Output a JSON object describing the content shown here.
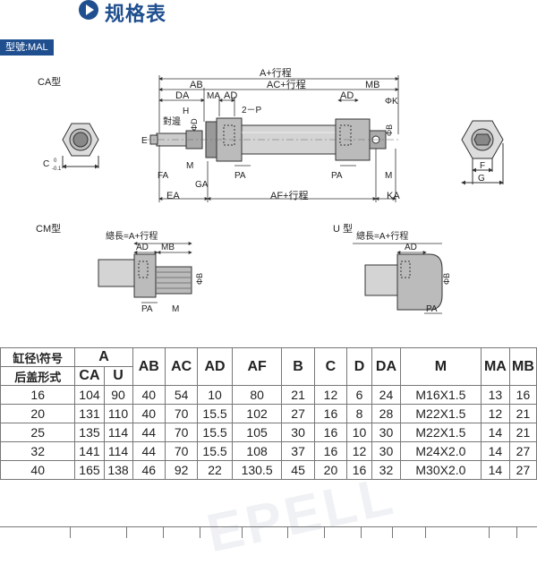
{
  "header": {
    "title": "规格表"
  },
  "model_tag": "型號:MAL",
  "drawing": {
    "ca_label": "CA型",
    "cm_label": "CM型",
    "u_label": "U 型",
    "dims": {
      "a_stroke": "A+行程",
      "ab": "AB",
      "ac_stroke": "AC+行程",
      "da": "DA",
      "ma": "MA",
      "ad": "AD",
      "mb": "MB",
      "h": "H",
      "two_p": "2－P",
      "duibian": "對邊",
      "phi_d": "ΦD",
      "phi_k": "ΦK",
      "phi_b": "ΦB",
      "e": "E",
      "fa": "FA",
      "m": "M",
      "ga": "GA",
      "pa": "PA",
      "ea": "EA",
      "af_stroke": "AF+行程",
      "ka": "KA",
      "c": "C",
      "tol_top": "0",
      "tol_bot": "-0.1",
      "f": "F",
      "g": "G",
      "total_len": "總長=A+行程"
    }
  },
  "table": {
    "header_row1": {
      "bore_symbol": "缸径\\符号",
      "a": "A",
      "cols": [
        "AB",
        "AC",
        "AD",
        "AF",
        "B",
        "C",
        "D",
        "DA",
        "M",
        "MA",
        "MB"
      ]
    },
    "header_row2": {
      "rear_cover": "后盖形式",
      "ca": "CA",
      "u": "U"
    },
    "rows": [
      [
        "16",
        "104",
        "90",
        "40",
        "54",
        "10",
        "80",
        "21",
        "12",
        "6",
        "24",
        "M16X1.5",
        "13",
        "16"
      ],
      [
        "20",
        "131",
        "110",
        "40",
        "70",
        "15.5",
        "102",
        "27",
        "16",
        "8",
        "28",
        "M22X1.5",
        "12",
        "21"
      ],
      [
        "25",
        "135",
        "114",
        "44",
        "70",
        "15.5",
        "105",
        "30",
        "16",
        "10",
        "30",
        "M22X1.5",
        "14",
        "21"
      ],
      [
        "32",
        "141",
        "114",
        "44",
        "70",
        "15.5",
        "108",
        "37",
        "16",
        "12",
        "30",
        "M24X2.0",
        "14",
        "27"
      ],
      [
        "40",
        "165",
        "138",
        "46",
        "92",
        "22",
        "130.5",
        "45",
        "20",
        "16",
        "32",
        "M30X2.0",
        "14",
        "27"
      ]
    ]
  }
}
